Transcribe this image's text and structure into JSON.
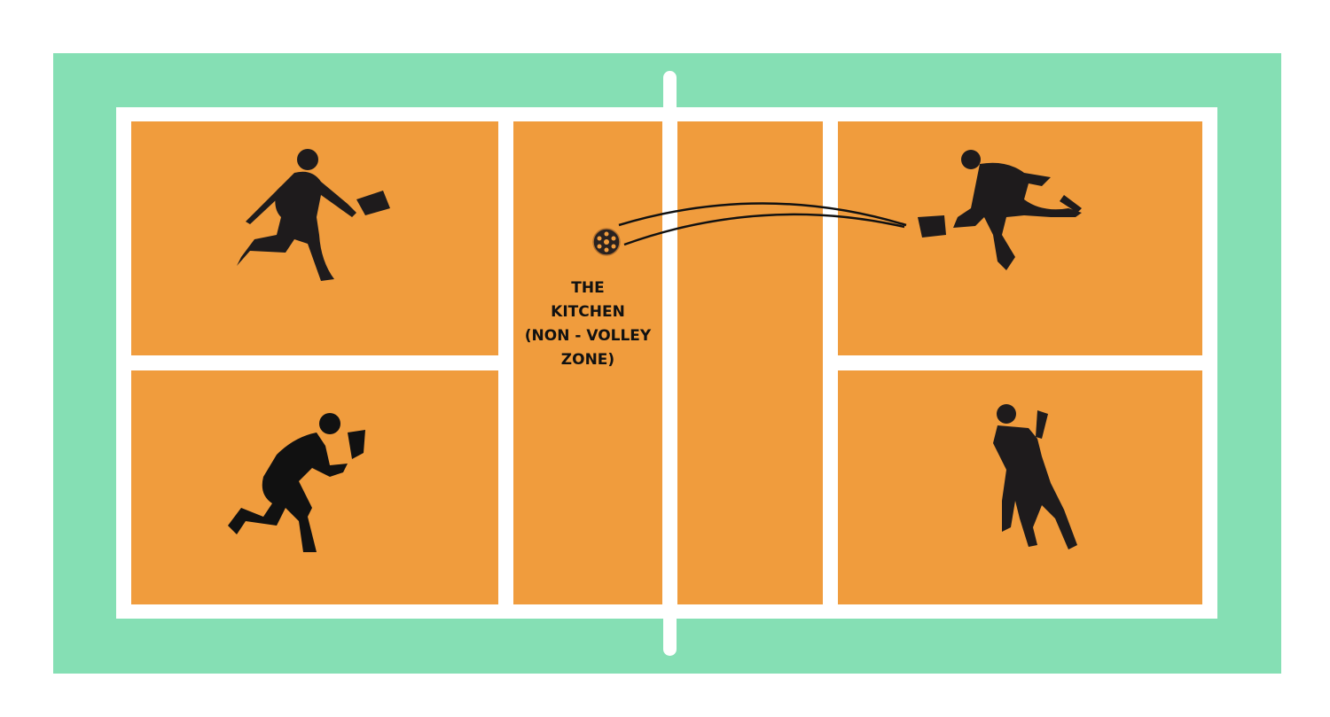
{
  "title": "Pickleball court diagram",
  "kitchen_label": {
    "line1": "THE",
    "line2": "KITCHEN",
    "line3": "(NON - VOLLEY",
    "line4": "ZONE)"
  },
  "colors": {
    "surround": "#85dfb4",
    "court": "#f09c3d",
    "lines": "#ffffff",
    "players": "#1e1b1c"
  },
  "icons": [
    "player-silhouette",
    "pickleball-ball",
    "ball-trajectory"
  ]
}
